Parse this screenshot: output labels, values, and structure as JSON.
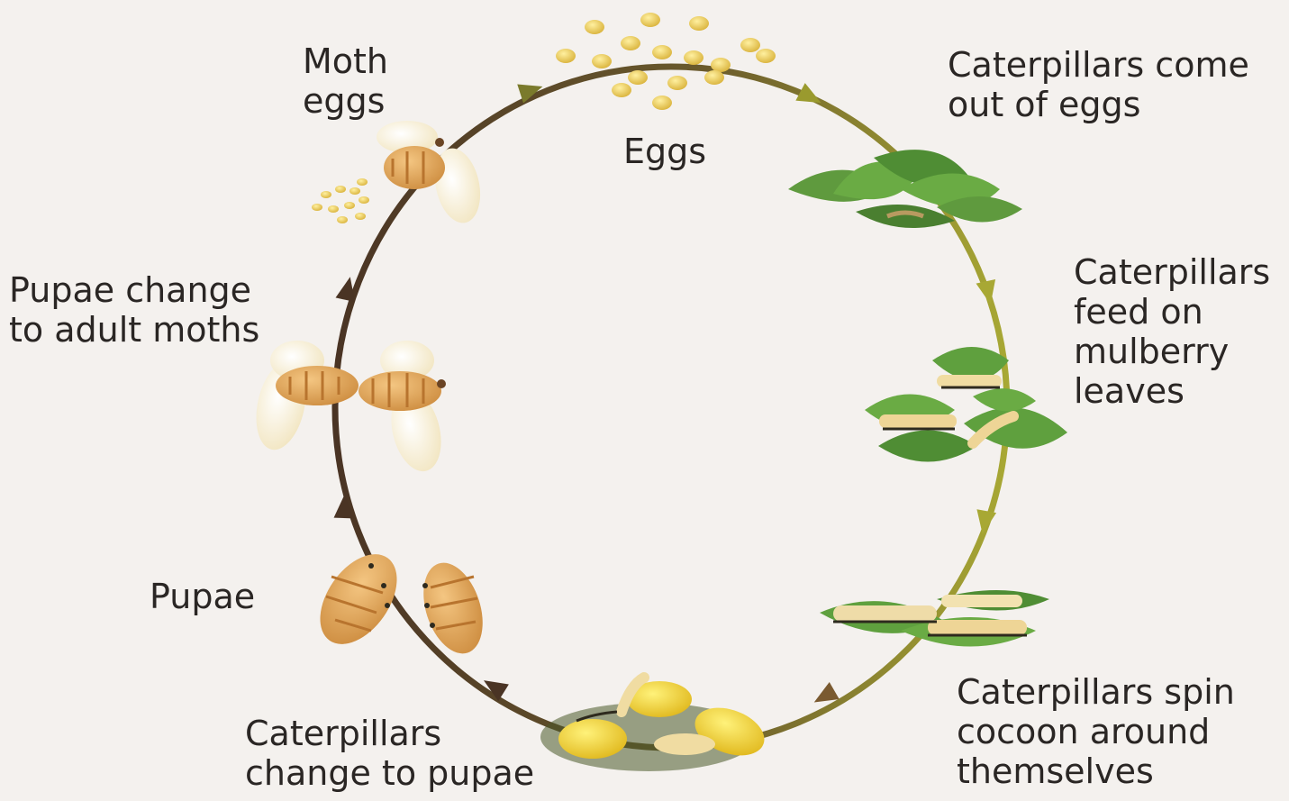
{
  "diagram": {
    "stages": [
      {
        "id": "eggs",
        "lines": [
          "Eggs"
        ]
      },
      {
        "id": "caterpillars-hatch",
        "lines": [
          "Caterpillars come",
          "out of eggs"
        ]
      },
      {
        "id": "caterpillars-feed",
        "lines": [
          "Caterpillars",
          "feed on",
          "mulberry",
          "leaves"
        ]
      },
      {
        "id": "caterpillars-spin",
        "lines": [
          "Caterpillars spin",
          "cocoon around",
          "themselves"
        ]
      },
      {
        "id": "caterpillars-pupate",
        "lines": [
          "Caterpillars",
          "change to pupae"
        ]
      },
      {
        "id": "pupae",
        "lines": [
          "Pupae"
        ]
      },
      {
        "id": "pupae-to-moths",
        "lines": [
          "Pupae change",
          "to adult moths"
        ]
      },
      {
        "id": "moth-eggs",
        "lines": [
          "Moth",
          "eggs"
        ]
      }
    ],
    "colors": {
      "background": "#f4f1ee",
      "cycle_dark": "#4a3424",
      "cycle_olive": "#9a9a2e",
      "egg_yellow": "#e9c84a",
      "leaf_green": "#5c9a3c",
      "caterpillar": "#ecd79a",
      "pupa": "#dfa45a",
      "cocoon": "#f2cf2c",
      "moth_wing": "#fbf2d8",
      "text": "#2a2624"
    }
  }
}
